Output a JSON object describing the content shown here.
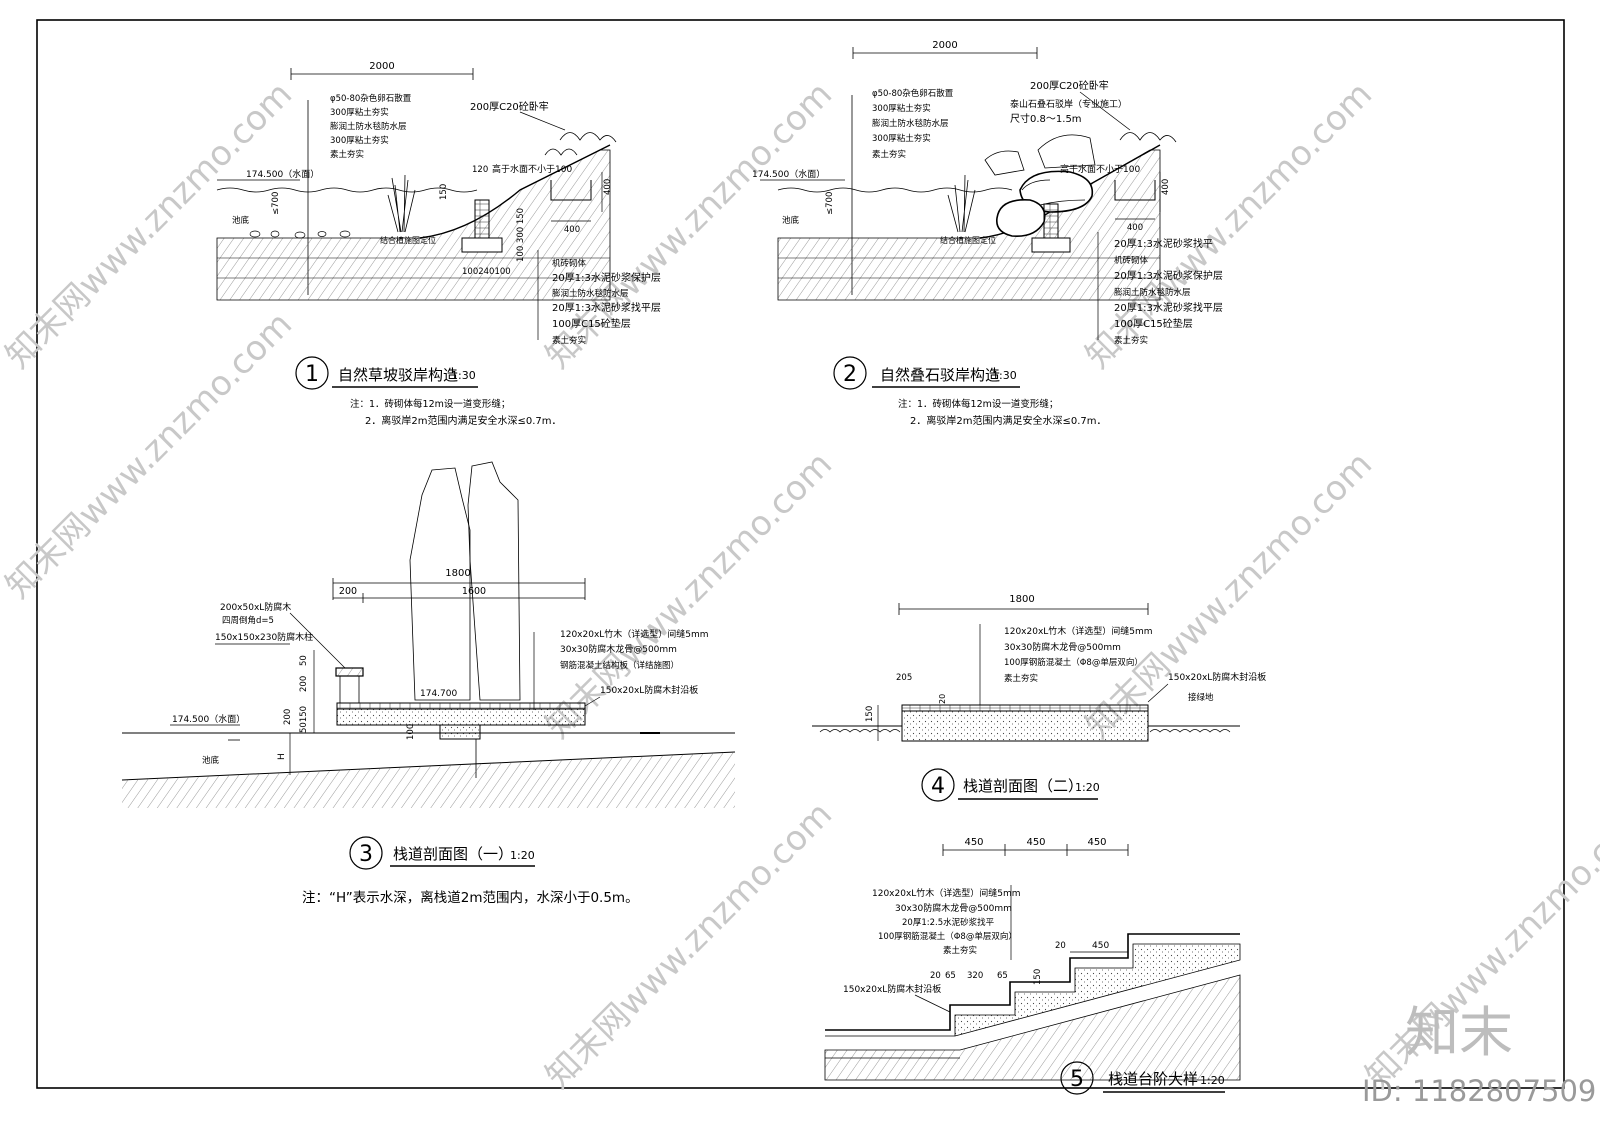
{
  "d1": {
    "num": "1",
    "title": "自然草坡驳岸构造",
    "scale": "1:30",
    "dim_top": "2000",
    "water_level": "174.500（水面）",
    "pool_bottom": "池底",
    "h700": "≤700",
    "layers": [
      "φ50-80杂色卵石散置",
      "300厚粘土夯实",
      "膨润土防水毯防水层",
      "300厚粘土夯实",
      "素土夯实"
    ],
    "top_note": "200厚C20砼卧牢",
    "edge_note": "高于水面不小于100",
    "plant_note": "结合植施图定位",
    "d120": "120",
    "d150": "150",
    "d400_v": "400",
    "d400_h": "400",
    "d_vert": "100 300 150",
    "d_bottom": "100240100",
    "callouts": [
      "机砖砌体",
      "20厚1:3水泥砂浆保护层",
      "膨润土防水毯防水层",
      "20厚1:3水泥砂浆找平层",
      "100厚C15砼垫层",
      "素土夯实"
    ],
    "note1": "注：1．砖砌体每12m设一道变形缝；",
    "note2": "2．离驳岸2m范围内满足安全水深≤0.7m．"
  },
  "d2": {
    "num": "2",
    "title": "自然叠石驳岸构造",
    "scale": "1:30",
    "dim_top": "2000",
    "water_level": "174.500（水面）",
    "pool_bottom": "池底",
    "h700": "≤700",
    "layers": [
      "φ50-80杂色卵石散置",
      "300厚粘土夯实",
      "膨润土防水毯防水层",
      "300厚粘土夯实",
      "素土夯实"
    ],
    "top_note": "200厚C20砼卧牢",
    "rock_note1": "泰山石叠石驳岸（专业施工）",
    "rock_note2": "尺寸0.8～1.5m",
    "edge_note": "高于水面不小于100",
    "plant_note": "结合植施图定位",
    "d400_v": "400",
    "d400_h": "400",
    "callouts": [
      "20厚1:3水泥砂浆找平",
      "机砖砌体",
      "20厚1:3水泥砂浆保护层",
      "膨润土防水毯防水层",
      "20厚1:3水泥砂浆找平层",
      "100厚C15砼垫层",
      "素土夯实"
    ],
    "note1": "注：1．砖砌体每12m设一道变形缝；",
    "note2": "2．离驳岸2m范围内满足安全水深≤0.7m．"
  },
  "d3": {
    "num": "3",
    "title": "栈道剖面图（一）",
    "scale": "1:20",
    "dim_total": "1800",
    "dim_200": "200",
    "dim_1600": "1600",
    "left_notes": [
      "200x50xL防腐木",
      "四周倒角d=5",
      "150x150x230防腐木柱"
    ],
    "right_notes": [
      "120x20xL竹木（详选型）间缝5mm",
      "30x30防腐木龙骨@500mm",
      "钢筋混凝土结构板（详结施图）"
    ],
    "board_note": "150x20xL防腐木封沿板",
    "deck_level": "174.700",
    "water_level": "174.500（水面）",
    "pool_bottom": "池底",
    "h_label": "H",
    "d50": "50",
    "d200a": "200",
    "d200b": "200",
    "d50150": "50150",
    "d100": "100",
    "note": "注：“H”表示水深，离栈道2m范围内，水深小于0.5m。"
  },
  "d4": {
    "num": "4",
    "title": "栈道剖面图（二）",
    "scale": "1:20",
    "dim_total": "1800",
    "notes": [
      "120x20xL竹木（详选型）间缝5mm",
      "30x30防腐木龙骨@500mm",
      "100厚钢筋混凝土（Φ8@单层双向）",
      "素土夯实"
    ],
    "board_note": "150x20xL防腐木封沿板",
    "green_note": "接绿地",
    "d205": "205",
    "d150": "150",
    "d20": "20"
  },
  "d5": {
    "num": "5",
    "title": "栈道台阶大样",
    "scale": "1:20",
    "dims_top": [
      "450",
      "450",
      "450"
    ],
    "notes": [
      "120x20xL竹木（详选型）间缝5mm",
      "30x30防腐木龙骨@500mm",
      "20厚1:2.5水泥砂浆找平",
      "100厚钢筋混凝土（Φ8@单层双向）",
      "素土夯实"
    ],
    "board_note": "150x20xL防腐木封沿板",
    "d20a": "20",
    "d65a": "65",
    "d320": "320",
    "d65b": "65",
    "d150": "150",
    "d20b": "20",
    "d450": "450"
  },
  "brand": {
    "logo": "知末",
    "id": "ID: 1182807509",
    "watermark": "知末网www.znzmo.com"
  }
}
